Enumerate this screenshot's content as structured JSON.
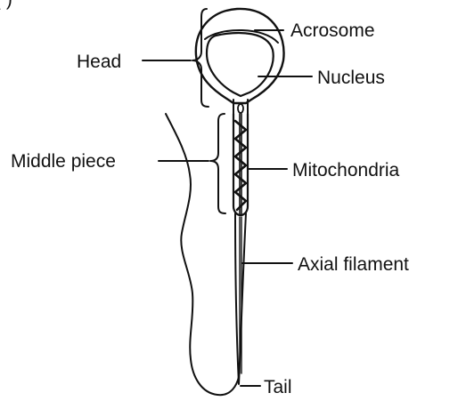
{
  "figure": {
    "corner_mark": "( )",
    "labels": {
      "head": "Head",
      "acrosome": "Acrosome",
      "nucleus": "Nucleus",
      "middle_piece": "Middle piece",
      "mitochondria": "Mitochondria",
      "axial_filament": "Axial filament",
      "tail": "Tail"
    }
  }
}
